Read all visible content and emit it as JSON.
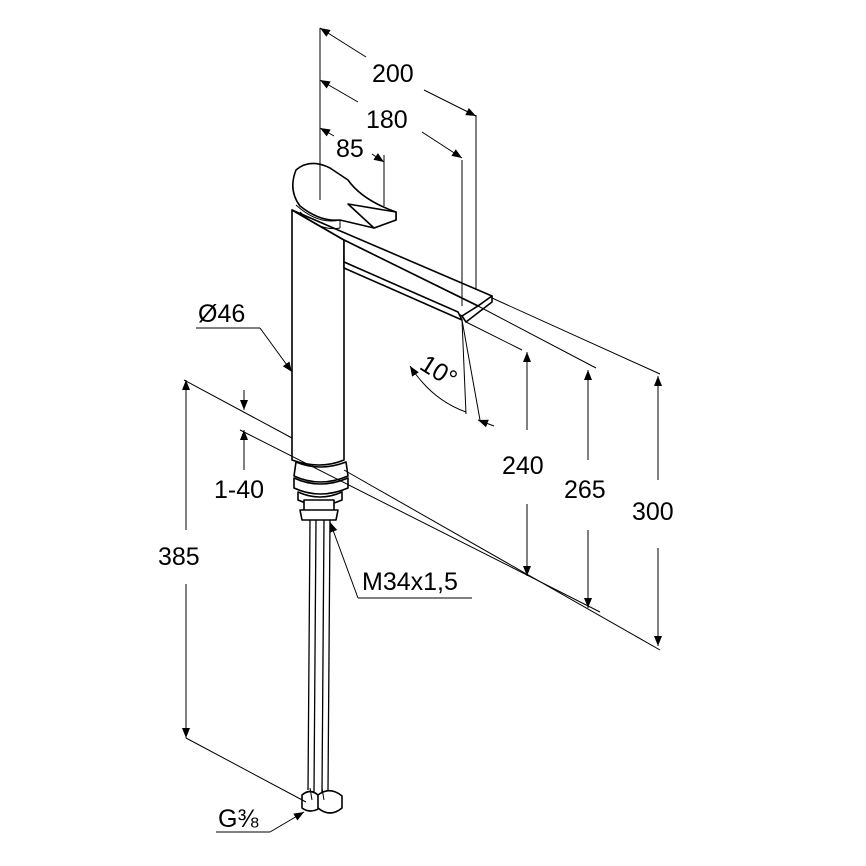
{
  "dimensions": {
    "reach_total": "200",
    "reach_spout": "180",
    "reach_lever": "85",
    "body_diameter": "Ø46",
    "spout_angle": "10°",
    "deck_thickness": "1-40",
    "height_total_below": "385",
    "height_outlet": "240",
    "height_spout_top": "265",
    "height_total": "300",
    "mounting_thread": "M34x1,5",
    "connection_thread": "G⅜"
  },
  "colors": {
    "line": "#000000",
    "background": "#ffffff"
  }
}
